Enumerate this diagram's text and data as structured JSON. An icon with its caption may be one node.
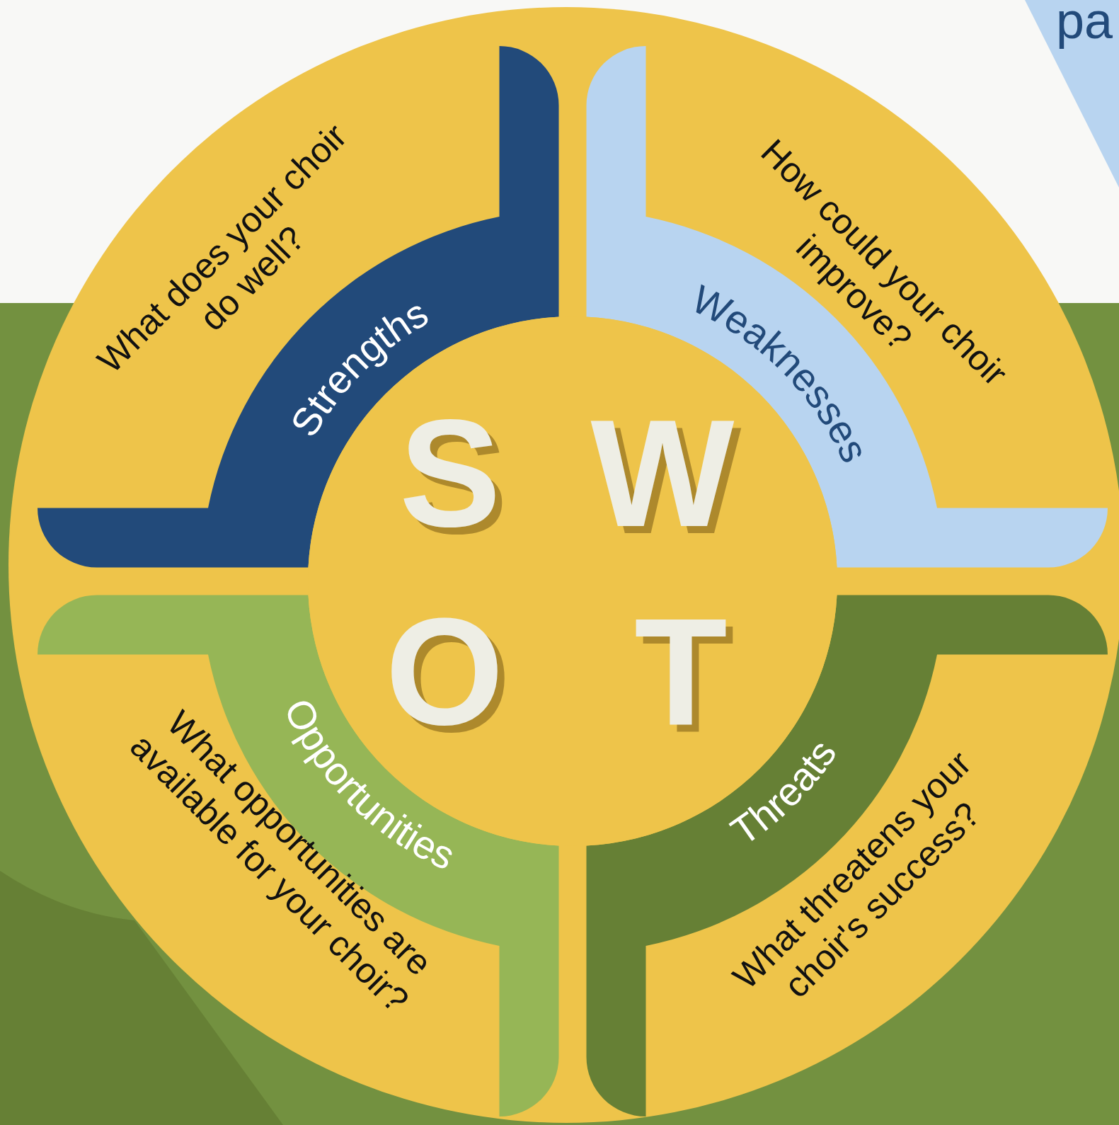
{
  "diagram": {
    "nodes": [
      {
        "text": [
          "Strengths"
        ],
        "beside": [
          "What does your choir do well?"
        ]
      },
      {
        "text": [
          "Weaknesses"
        ],
        "beside": [
          "How could your choir improve?"
        ]
      },
      {
        "text": [
          "Opportunities"
        ],
        "beside": [
          "What opportunities are available for your choir?"
        ]
      },
      {
        "text": [
          "Threats"
        ],
        "beside": [
          "What threatens your choir's success?"
        ]
      },
      {
        "text": [
          "S",
          "W",
          "O",
          "T"
        ]
      }
    ],
    "labels": [
      "pa"
    ]
  }
}
